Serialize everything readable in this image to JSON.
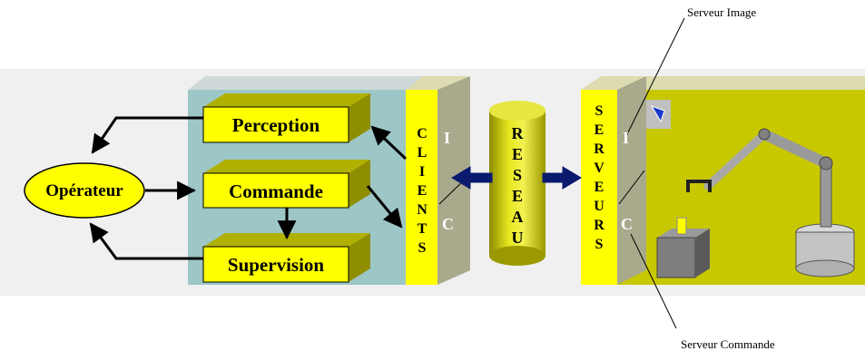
{
  "annotations": {
    "serveur_image": "Serveur Image",
    "serveur_commande": "Serveur Commande"
  },
  "operator": {
    "label": "Opérateur"
  },
  "modules": {
    "perception": "Perception",
    "commande": "Commande",
    "supervision": "Supervision"
  },
  "clients": {
    "letters": [
      "C",
      "L",
      "I",
      "E",
      "N",
      "T",
      "S"
    ]
  },
  "reseau": {
    "letters": [
      "R",
      "E",
      "S",
      "E",
      "A",
      "U"
    ]
  },
  "serveurs": {
    "letters": [
      "S",
      "E",
      "R",
      "V",
      "E",
      "U",
      "R",
      "S"
    ]
  },
  "ports": {
    "client_image": "I",
    "client_commande": "C",
    "server_image": "I",
    "server_commande": "C"
  },
  "colors": {
    "yellow": "#ffff00",
    "olive": "#c8c800",
    "teal_panel": "#9dc6c6",
    "dark_blue_arrow": "#0a1a6e",
    "gray_side": "#a9a98c"
  }
}
